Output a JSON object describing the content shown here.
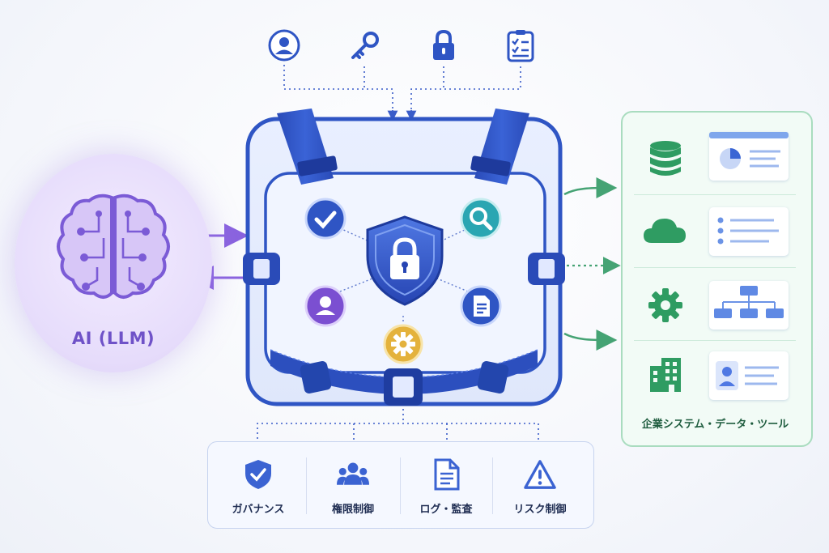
{
  "ai": {
    "label": "AI (LLM)"
  },
  "top_icons": [
    "user-icon",
    "key-icon",
    "lock-icon",
    "checklist-icon"
  ],
  "harness": {
    "center": "shield-lock-icon",
    "nodes": [
      "check-icon",
      "search-icon",
      "user-icon",
      "document-icon",
      "gear-icon"
    ]
  },
  "systems": {
    "label": "企業システム・データ・ツール",
    "rows": [
      {
        "icon": "database-icon",
        "card": "chart-card"
      },
      {
        "icon": "cloud-icon",
        "card": "list-card"
      },
      {
        "icon": "gear-icon",
        "card": "org-chart-card"
      },
      {
        "icon": "building-icon",
        "card": "profile-card"
      }
    ]
  },
  "bottom": {
    "items": [
      {
        "icon": "shield-check-icon",
        "label": "ガバナンス"
      },
      {
        "icon": "group-icon",
        "label": "権限制御"
      },
      {
        "icon": "document-icon",
        "label": "ログ・監査"
      },
      {
        "icon": "warning-icon",
        "label": "リスク制御"
      }
    ]
  },
  "colors": {
    "harness_blue": "#2f55c4",
    "ai_purple": "#7b5bd6",
    "system_green": "#3a9e6a",
    "gear_gold": "#e0b23a"
  }
}
